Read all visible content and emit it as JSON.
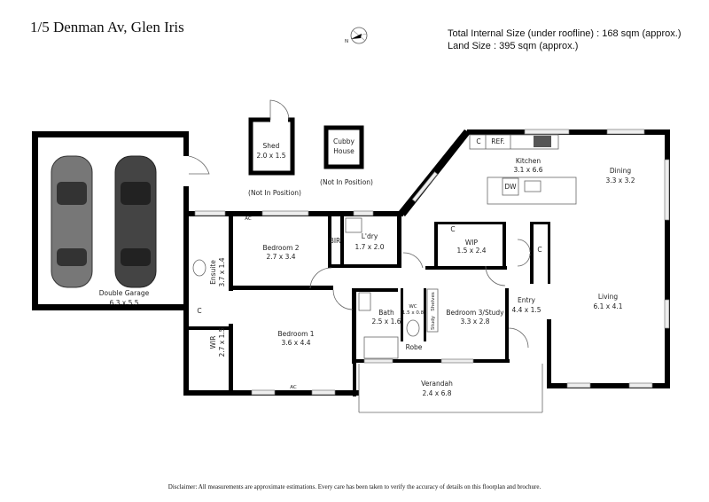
{
  "header": {
    "address": "1/5 Denman Av, Glen Iris",
    "internal_size": "Total Internal Size (under roofline) :  168 sqm (approx.)",
    "land_size": "Land Size :  395 sqm (approx.)",
    "compass_label": "N"
  },
  "rooms": {
    "garage": {
      "name": "Double Garage",
      "dims": "6.3 x 5.5"
    },
    "shed": {
      "name": "Shed",
      "dims": "2.0 x 1.5",
      "note": "(Not In Position)"
    },
    "cubby": {
      "name1": "Cubby",
      "name2": "House",
      "note": "(Not In Position)"
    },
    "kitchen": {
      "name": "Kitchen",
      "dims": "3.1 x 6.6",
      "c": "C",
      "ref": "REF.",
      "dw": "DW"
    },
    "dining": {
      "name": "Dining",
      "dims": "3.3 x 3.2"
    },
    "wip": {
      "name": "WIP",
      "dims": "1.5 x 2.4",
      "c": "C"
    },
    "entry_c": "C",
    "living": {
      "name": "Living",
      "dims": "6.1 x 4.1"
    },
    "entry": {
      "name": "Entry",
      "dims": "4.4 x 1.5"
    },
    "bedroom3": {
      "name": "Bedroom 3/Study",
      "dims": "3.3 x 2.8",
      "shelves": "Shelves",
      "study": "Study"
    },
    "wc": {
      "name": "WC",
      "dims": "1.5 x 0.8"
    },
    "bath": {
      "name": "Bath",
      "dims": "2.5 x 1.6"
    },
    "robe": "Robe",
    "bedroom1": {
      "name": "Bedroom 1",
      "dims": "3.6 x 4.4",
      "ac": "AC"
    },
    "bedroom2": {
      "name": "Bedroom 2",
      "dims": "2.7 x 3.4",
      "ac": "AC"
    },
    "bir": "BIR",
    "laundry": {
      "name": "L'dry",
      "dims": "1.7 x 2.0"
    },
    "ensuite": {
      "name": "Ensuite",
      "dims": "3.7 x 1.4",
      "c": "C"
    },
    "wir": {
      "name": "WIR",
      "dims": "2.7 x 1.5"
    },
    "verandah": {
      "name": "Verandah",
      "dims": "2.4 x 6.8"
    }
  },
  "disclaimer": "Disclaimer: All measurements are approximate estimations. Every care has been taken to verify the accuracy of details on this floorplan and brochure."
}
